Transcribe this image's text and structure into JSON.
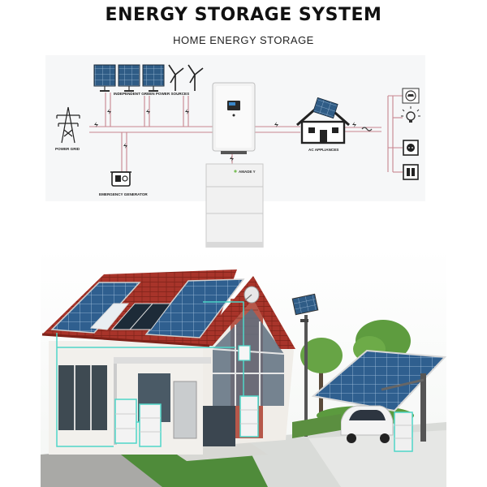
{
  "header": {
    "title": "ENERGY STORAGE SYSTEM",
    "subtitle": "HOME ENERGY STORAGE"
  },
  "diagram": {
    "labels": {
      "green_sources": "INDEPENDENT GREEN POWER SOURCES",
      "power_grid": "POWER GRID",
      "ac_appliances": "AC APPLIANCES",
      "emergency_generator": "EMERGENCY GENERATOR",
      "battery_brand": "AMADE Y"
    },
    "wire_color": "#c8868f",
    "appliance_icons": [
      "car-icon",
      "bulb-icon",
      "socket-icon",
      "switch-icon"
    ]
  },
  "colors": {
    "roof": "#a8342a",
    "solar_panel": "#2f5c86",
    "wall": "#f2f0ec",
    "grass": "#4f8b3a",
    "cable_highlight": "#4fd6c8"
  }
}
